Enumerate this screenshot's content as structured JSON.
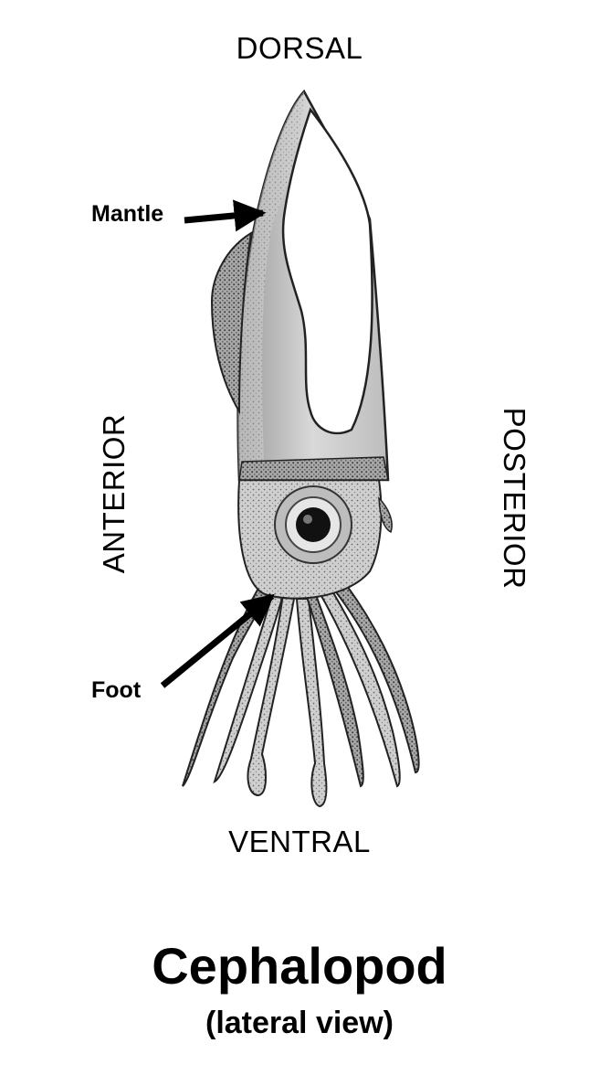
{
  "orientation": {
    "top": "DORSAL",
    "bottom": "VENTRAL",
    "left": "ANTERIOR",
    "right": "POSTERIOR"
  },
  "labels": {
    "mantle": "Mantle",
    "foot": "Foot"
  },
  "caption": {
    "title": "Cephalopod",
    "subtitle": "(lateral view)"
  }
}
